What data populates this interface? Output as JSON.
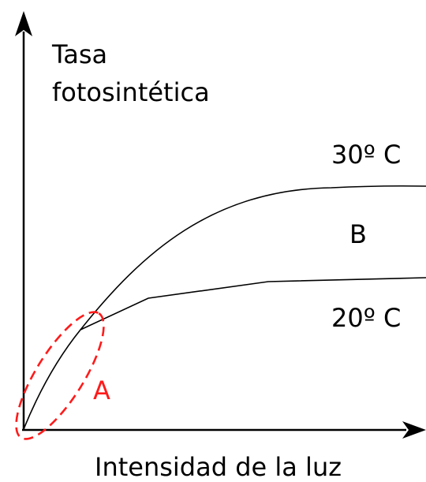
{
  "labels": {
    "y_axis_line1": "Tasa",
    "y_axis_line2": "fotosintética",
    "x_axis": "Intensidad de la luz",
    "curve_30": "30º C",
    "curve_20": "20º C",
    "region_b": "B",
    "region_a": "A"
  },
  "colors": {
    "ink": "#000000",
    "highlight": "#ff1a1a",
    "background": "#ffffff"
  }
}
